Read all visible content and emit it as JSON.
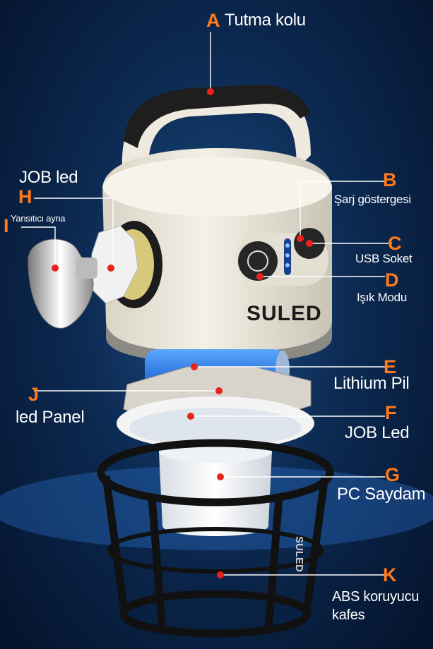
{
  "brand": "SULED",
  "parts": [
    {
      "letter": "A",
      "label": "Tutma kolu"
    },
    {
      "letter": "B",
      "label": "Şarj göstergesi"
    },
    {
      "letter": "C",
      "label": "USB Soket"
    },
    {
      "letter": "D",
      "label": "Işık Modu"
    },
    {
      "letter": "E",
      "label": "Lithium Pil"
    },
    {
      "letter": "F",
      "label": "JOB Led"
    },
    {
      "letter": "G",
      "label": "PC Saydam"
    },
    {
      "letter": "H",
      "label": "JOB led"
    },
    {
      "letter": "I",
      "label": "Yansıtıcı ayna"
    },
    {
      "letter": "J",
      "label": "led Panel"
    },
    {
      "letter": "K",
      "label": "ABS koruyucu kafes"
    }
  ],
  "colors": {
    "accent": "#ff7a1a",
    "marker": "#e8221c",
    "leader": "#ffffff"
  }
}
